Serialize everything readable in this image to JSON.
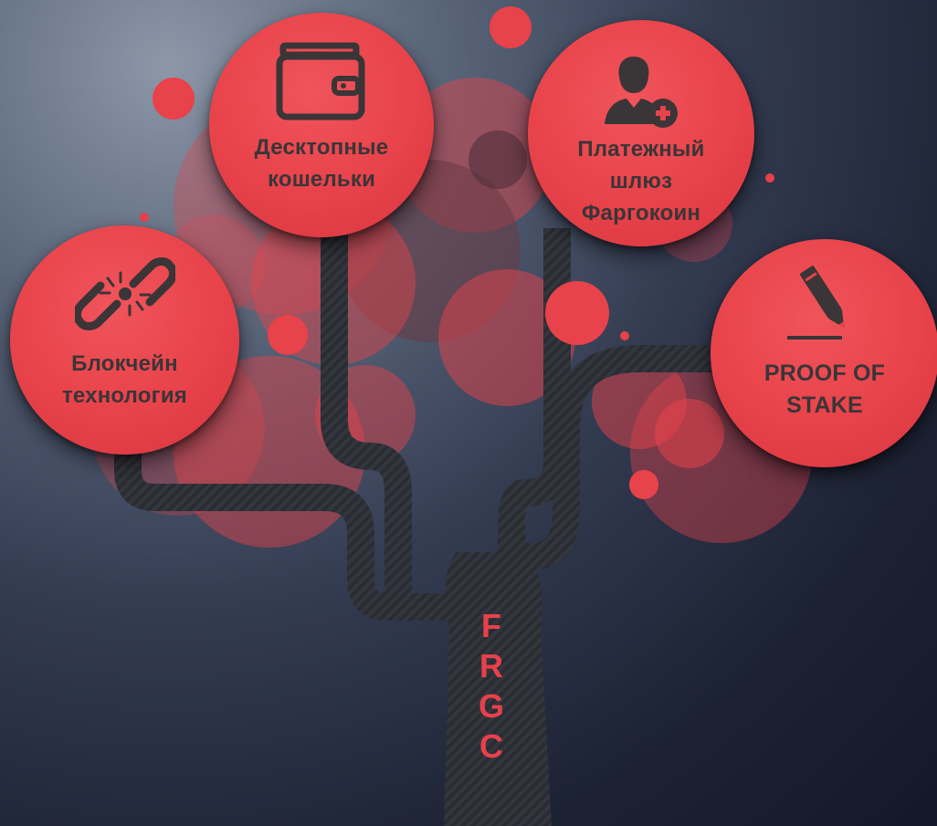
{
  "diagram": {
    "trunk_label": [
      "F",
      "R",
      "G",
      "C"
    ],
    "nodes": [
      {
        "id": "wallet",
        "label": [
          "Десктопные",
          "кошельки"
        ],
        "icon": "wallet-icon"
      },
      {
        "id": "gateway",
        "label": [
          "Платежный",
          "шлюз",
          "Фаргокоин"
        ],
        "icon": "user-add-icon"
      },
      {
        "id": "blockchain",
        "label": [
          "Блокчейн",
          "технология"
        ],
        "icon": "broken-link-icon"
      },
      {
        "id": "pos",
        "label": [
          "PROOF OF",
          "STAKE"
        ],
        "icon": "pencil-sign-icon"
      }
    ]
  },
  "colors": {
    "node_fill": "#e8424a",
    "trunk_text": "#e8414a",
    "label_text": "#3a3537",
    "branch": "#2b2d34"
  }
}
